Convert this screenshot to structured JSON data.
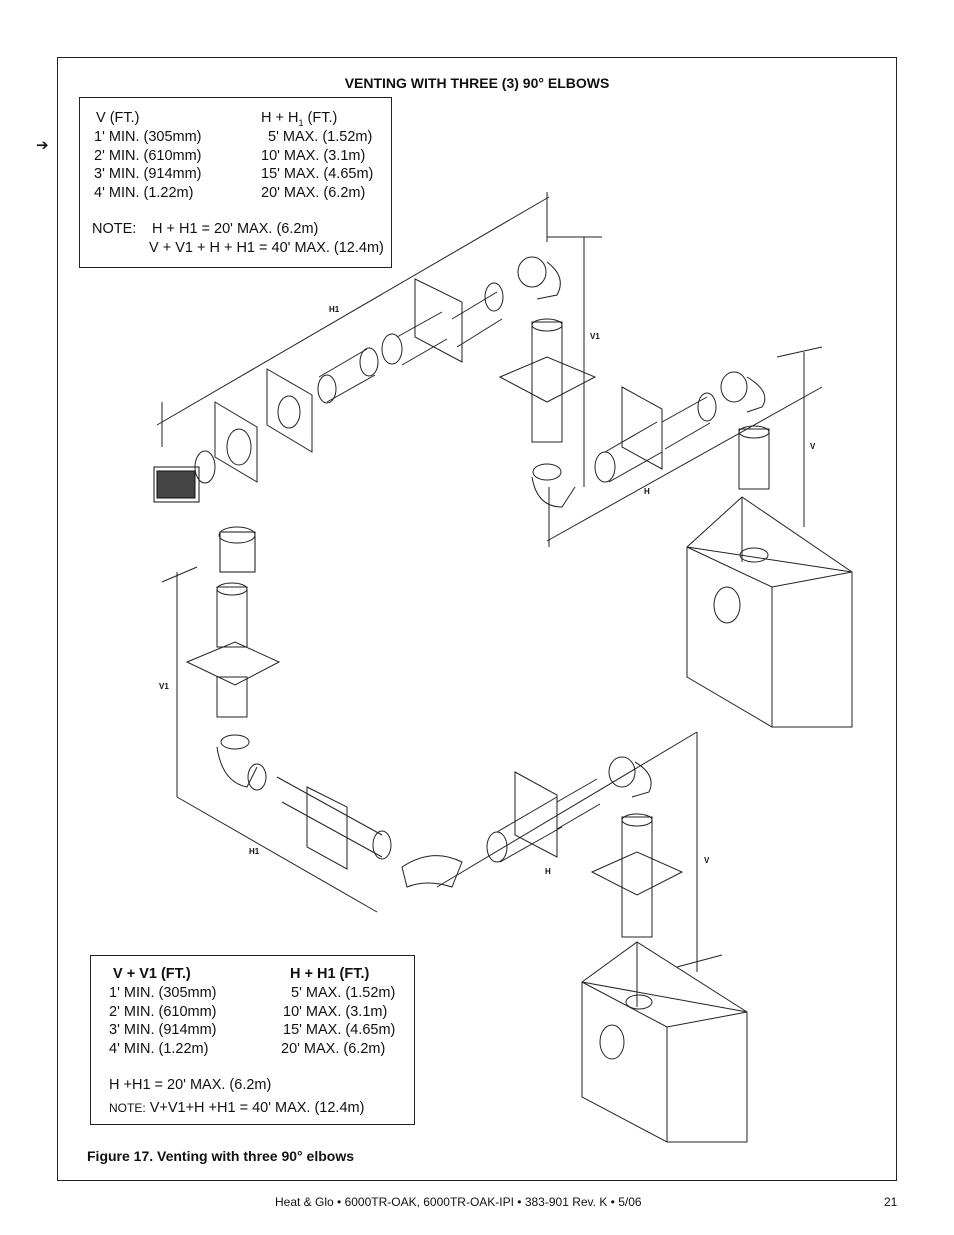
{
  "figure": {
    "heading": "VENTING WITH THREE (3) 90° ELBOWS",
    "caption": "Figure 17.  Venting with three 90° elbows",
    "arrow": "➔"
  },
  "table_top": {
    "col1_header": "V (FT.)",
    "col2_header_prefix": "H + H",
    "col2_header_suffix": " (FT.)",
    "rows": [
      {
        "v": "1'  MIN.  (305mm)",
        "h": "5' MAX. (1.52m)"
      },
      {
        "v": "2'  MIN. (610mm)",
        "h": "10' MAX. (3.1m)"
      },
      {
        "v": "3'  MIN. (914mm)",
        "h": "15' MAX. (4.65m)"
      },
      {
        "v": "4'  MIN. (1.22m)",
        "h": "20' MAX. (6.2m)"
      }
    ],
    "note_label": "NOTE:",
    "note_line1": "H + H1 = 20' MAX. (6.2m)",
    "note_line2": "V + V1 + H + H1 = 40' MAX. (12.4m)"
  },
  "table_bottom": {
    "col1_header": "V + V1 (FT.)",
    "col2_header": "H  + H1  (FT.)",
    "rows": [
      {
        "v": "1'  MIN. (305mm)",
        "h": "5'  MAX. (1.52m)"
      },
      {
        "v": "2'  MIN. (610mm)",
        "h": "10'  MAX. (3.1m)"
      },
      {
        "v": "3'  MIN. (914mm)",
        "h": "15'  MAX. (4.65m)"
      },
      {
        "v": "4'  MIN. (1.22m)",
        "h": "20'  MAX. (6.2m)"
      }
    ],
    "note_line1": "H +H1 = 20' MAX. (6.2m)",
    "note_label": "NOTE:",
    "note_line2": "V+V1+H +H1 = 40' MAX. (12.4m)"
  },
  "diagram_labels": {
    "h1_top": "H1",
    "v1_top": "V1",
    "v_top": "V",
    "h_top": "H",
    "v1_bottom": "V1",
    "h1_bottom": "H1",
    "h_bottom": "H",
    "v_bottom": "V"
  },
  "footer": {
    "text": "Heat & Glo  •  6000TR-OAK, 6000TR-OAK-IPI  •  383-901  Rev. K  •   5/06",
    "page_number": "21"
  }
}
